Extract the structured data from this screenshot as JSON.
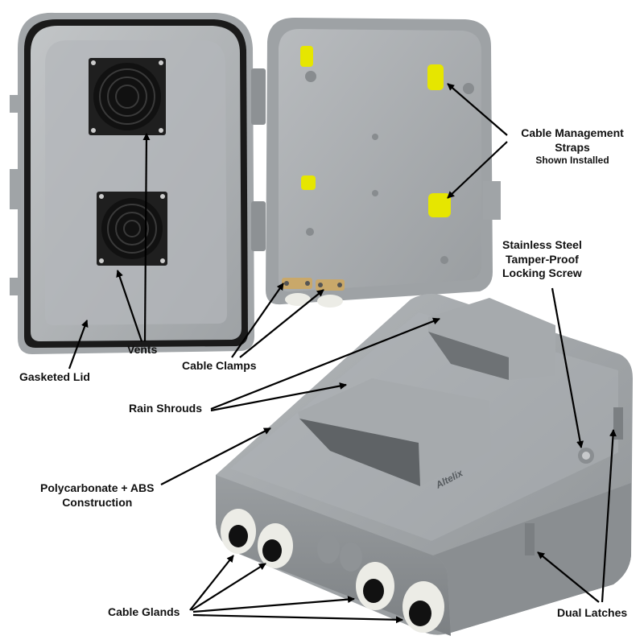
{
  "labels": {
    "vents": "Vents",
    "gasketed_lid": "Gasketed Lid",
    "cable_clamps": "Cable Clamps",
    "cable_management_straps": "Cable Management Straps",
    "cable_management_sub": "Shown Installed",
    "screw_line1": "Stainless Steel",
    "screw_line2": "Tamper-Proof",
    "screw_line3": "Locking Screw",
    "rain_shrouds": "Rain Shrouds",
    "construction_line1": "Polycarbonate + ABS",
    "construction_line2": "Construction",
    "cable_glands": "Cable Glands",
    "dual_latches": "Dual Latches"
  },
  "brand_logo": "Altelix",
  "colors": {
    "enclosure_gray": "#a7abae",
    "gasket_black": "#1a1a1a",
    "strap_yellow": "#e6e600",
    "fan_black": "#222222",
    "gland_white": "#ecece6",
    "background": "#ffffff"
  }
}
